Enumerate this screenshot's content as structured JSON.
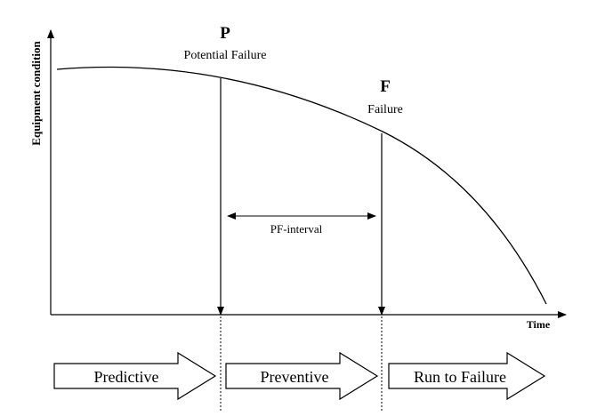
{
  "axes": {
    "y_label": "Equipment condition",
    "x_label": "Time"
  },
  "points": {
    "p": {
      "letter": "P",
      "label": "Potential Failure"
    },
    "f": {
      "letter": "F",
      "label": "Failure"
    }
  },
  "interval": {
    "label": "PF-interval"
  },
  "phases": [
    {
      "label": "Predictive"
    },
    {
      "label": "Preventive"
    },
    {
      "label": "Run to Failure"
    }
  ],
  "colors": {
    "line": "#000000",
    "background": "#ffffff"
  }
}
